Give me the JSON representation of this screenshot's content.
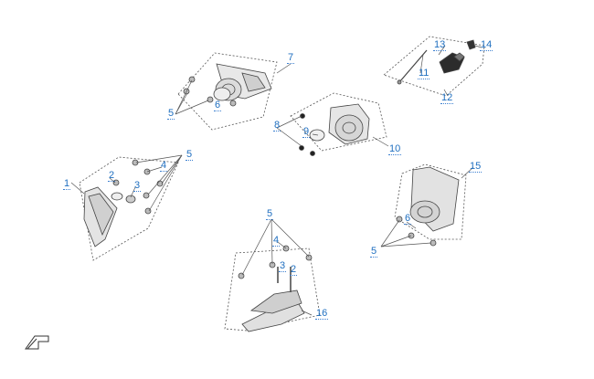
{
  "callouts": {
    "c1": "1",
    "c2a": "2",
    "c2b": "2",
    "c3a": "3",
    "c3b": "3",
    "c4a": "4",
    "c4b": "4",
    "c5a": "5",
    "c5b": "5",
    "c5c": "5",
    "c5d": "5",
    "c6a": "6",
    "c6b": "6",
    "c7": "7",
    "c8": "8",
    "c9": "9",
    "c10": "10",
    "c11": "11",
    "c12": "12",
    "c13": "13",
    "c14": "14",
    "c15": "15",
    "c16": "16"
  },
  "icons": {
    "orientation": "front-arrow-icon"
  },
  "colors": {
    "callout": "#1f6fc0",
    "line": "#3a3a3a",
    "part": "#d9d9d9"
  }
}
